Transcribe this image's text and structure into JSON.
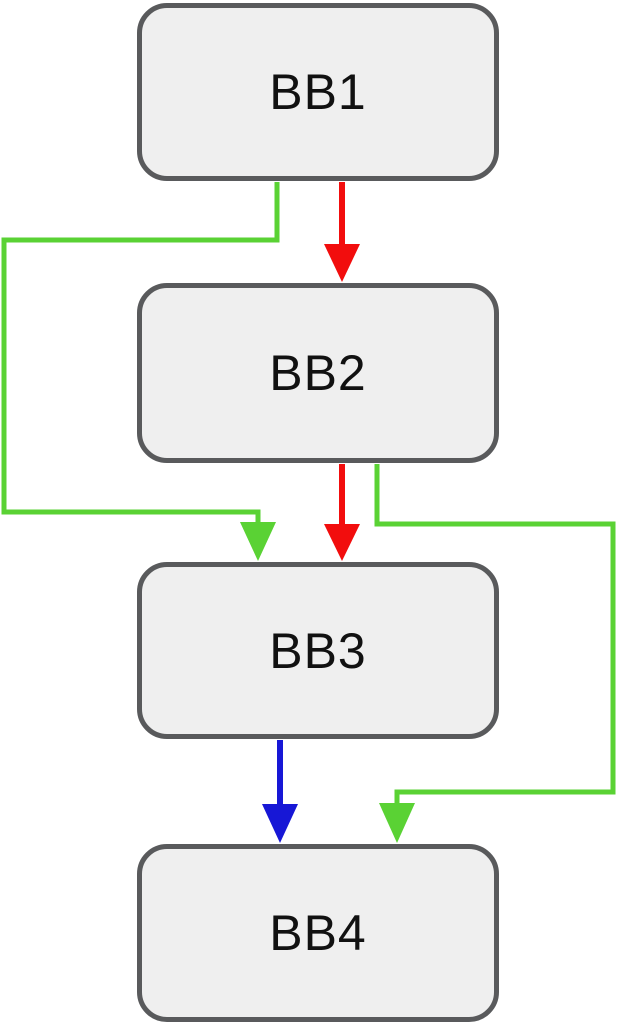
{
  "diagram": {
    "type": "flowchart",
    "nodes": [
      {
        "id": "bb1",
        "label": "BB1"
      },
      {
        "id": "bb2",
        "label": "BB2"
      },
      {
        "id": "bb3",
        "label": "BB3"
      },
      {
        "id": "bb4",
        "label": "BB4"
      }
    ],
    "edges": [
      {
        "from": "BB1",
        "to": "BB2",
        "route": "straight-down",
        "color": "#f20d0d"
      },
      {
        "from": "BB2",
        "to": "BB3",
        "route": "straight-down",
        "color": "#f20d0d"
      },
      {
        "from": "BB1",
        "to": "BB3",
        "route": "left-detour",
        "color": "#5ad234"
      },
      {
        "from": "BB2",
        "to": "BB4",
        "route": "right-detour",
        "color": "#5ad234"
      },
      {
        "from": "BB3",
        "to": "BB4",
        "route": "straight-down",
        "color": "#1717d6"
      }
    ],
    "node_style": {
      "fill": "#efefef",
      "border": "#595a5c",
      "text_color": "#111111"
    }
  }
}
